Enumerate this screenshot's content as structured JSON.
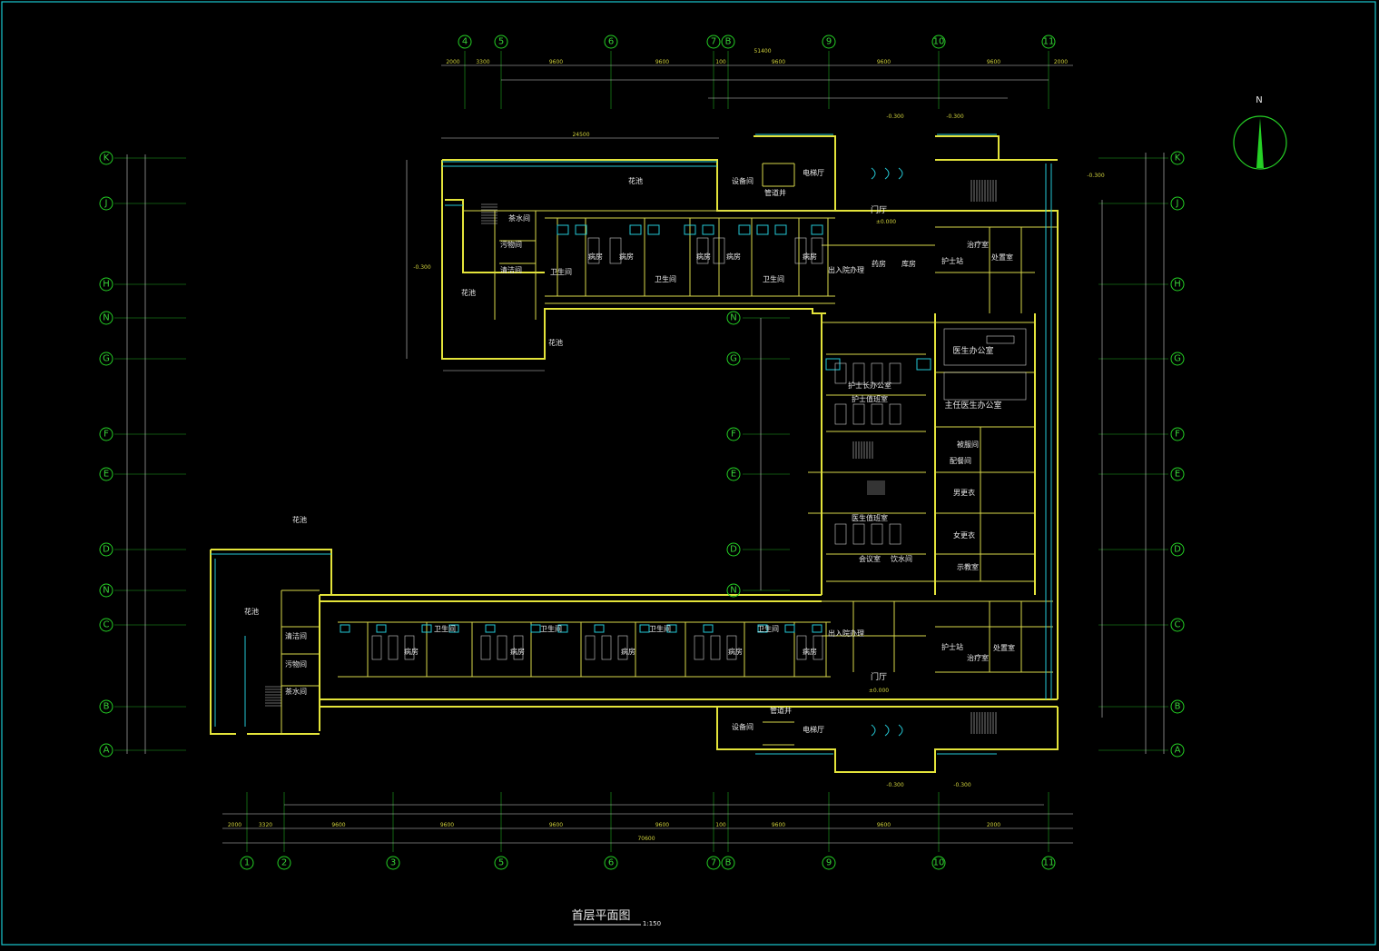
{
  "drawing": {
    "title": "首层平面图",
    "scale": "1:150",
    "north_label": "N",
    "colors": {
      "wall": "#e3e33a",
      "grid": "#1fe01f",
      "window": "#25c9d6",
      "dimension": "#d8d8d8",
      "axis_bubble": "#24d024",
      "text": "#eaeaea",
      "frame": "#19c7d0"
    }
  },
  "axes_top": [
    "4",
    "5",
    "6",
    "7",
    "B",
    "9",
    "10",
    "11"
  ],
  "axes_bottom": [
    "1",
    "2",
    "3",
    "5",
    "6",
    "7",
    "B",
    "9",
    "10",
    "11"
  ],
  "axes_left": [
    "K",
    "J",
    "H",
    "N",
    "G",
    "F",
    "E",
    "D",
    "N",
    "C",
    "B",
    "A"
  ],
  "axes_right": [
    "K",
    "J",
    "H",
    "G",
    "F",
    "E",
    "D",
    "C",
    "B",
    "A"
  ],
  "axes_mid": [
    "N",
    "G",
    "F",
    "E",
    "D",
    "N"
  ],
  "dims_top_row1": [
    "2000",
    "3300",
    "9600",
    "9600",
    "100",
    "9600",
    "9600",
    "9600",
    "2000"
  ],
  "dims_top_total": "51400",
  "dims_bottom_row1": [
    "2000",
    "3320",
    "9600",
    "9600",
    "9600",
    "9600",
    "100",
    "9600",
    "9600",
    "2000"
  ],
  "dims_bottom_total": "70600",
  "dims_north_wing": "24500",
  "levels": [
    "-0.300",
    "±0.000",
    "-0.300",
    "±0.000",
    "-0.300",
    "-0.300",
    "-0.300",
    "-0.300"
  ],
  "rooms": {
    "menting_n": "门厅",
    "menting_s": "门厅",
    "dianti_n": "电梯厅",
    "dianti_s": "电梯厅",
    "shebei_n": "设备间",
    "shebei_s": "设备间",
    "guanjing_n": "管道井",
    "guanjing_s": "管道井",
    "huayuan_n": "花池",
    "huayuan_w": "花池",
    "huayuan_nw": "花池",
    "huayuan_sw": "花池",
    "huayuan_s": "花池",
    "zhuban_nw": "护士站",
    "zhuban_sw": "护士站",
    "bingfang": "病房",
    "weisheng": "卫生间",
    "shengqi_n": "污物间",
    "shengqi_s": "污物间",
    "chaxun_n": "茶水间",
    "chaxun_s": "茶水间",
    "qingxi_n": "清洁间",
    "qingxi_s": "清洁间",
    "zhiliao_n": "治疗室",
    "zhiliao_s": "治疗室",
    "chuzhi_n": "处置室",
    "chuzhi_s": "处置室",
    "yiban": "医生办公室",
    "zhuren": "主任医生办公室",
    "hushi_zhang": "护士长办公室",
    "hushi_xiu": "护士值班室",
    "yisheng_xiu": "医生值班室",
    "gengyi_m": "男更衣",
    "gengyi_f": "女更衣",
    "shiyan": "示教室",
    "ruyuan_n": "出入院办理",
    "ruyuan_s": "出入院办理",
    "yaopin": "药房",
    "chuangfu": "库房",
    "huiyi": "会议室",
    "yinshui": "饮水间",
    "zhuanchuan": "被服间",
    "sitangjian": "配餐间"
  }
}
